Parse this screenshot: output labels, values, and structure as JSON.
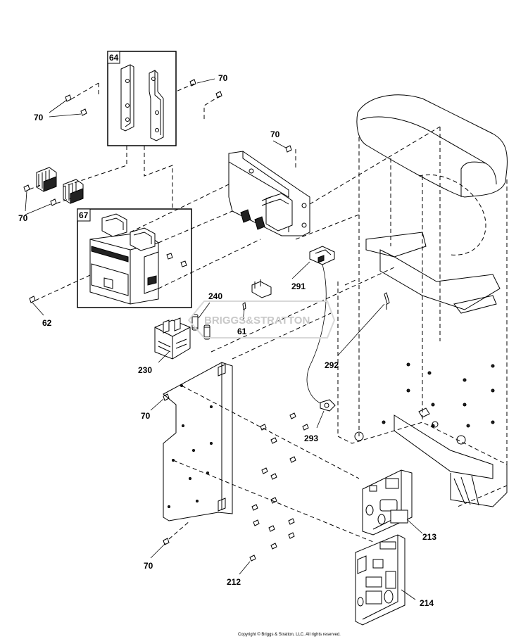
{
  "diagram": {
    "callouts": {
      "c64": "64",
      "c67": "67",
      "c70a": "70",
      "c70b": "70",
      "c70c": "70",
      "c70d": "70",
      "c70e": "70",
      "c70f": "70",
      "c62": "62",
      "c240": "240",
      "c61": "61",
      "c230": "230",
      "c291": "291",
      "c292": "292",
      "c293": "293",
      "c213": "213",
      "c214": "214",
      "c212": "212"
    },
    "watermark": "BRIGGS&STRATTON",
    "copyright": "Copyright © Briggs & Stratton, LLC. All rights reserved."
  }
}
